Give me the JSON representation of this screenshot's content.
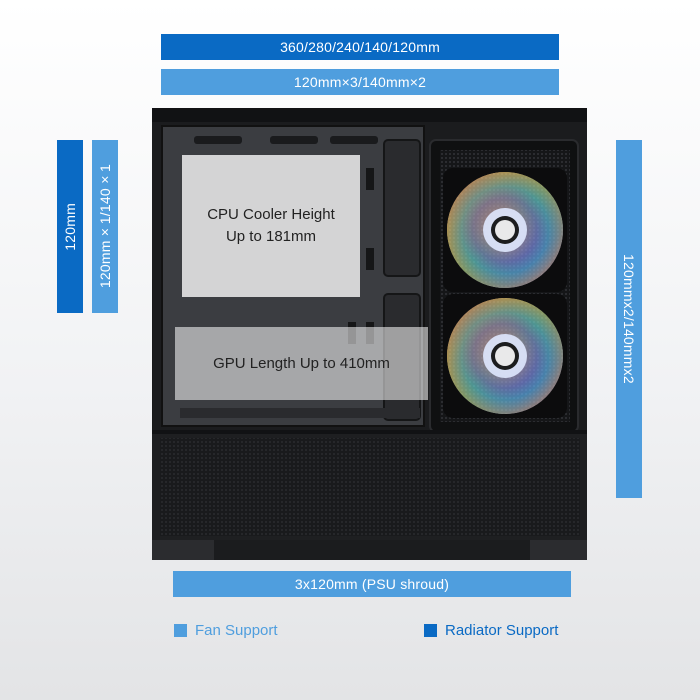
{
  "colors": {
    "radiator_support": "#0a6ac4",
    "fan_support": "#4f9ede",
    "case_body": "#2a2b2d",
    "case_frame": "#1b1c1e"
  },
  "top": {
    "radiator_label": "360/280/240/140/120mm",
    "fan_label": "120mm×3/140mm×2"
  },
  "rear": {
    "radiator_label": "120mm",
    "fan_label": "120mm×1/140×1"
  },
  "front": {
    "fan_label": "120mmx2/140mmx2"
  },
  "bottom": {
    "fan_label": "3x120mm (PSU shroud)"
  },
  "cpu_cooler": {
    "line1": "CPU Cooler Height",
    "line2": "Up to 181mm"
  },
  "gpu": {
    "label": "GPU Length Up to 410mm"
  },
  "legend": {
    "fan_support": "Fan Support",
    "radiator_support": "Radiator Support"
  }
}
